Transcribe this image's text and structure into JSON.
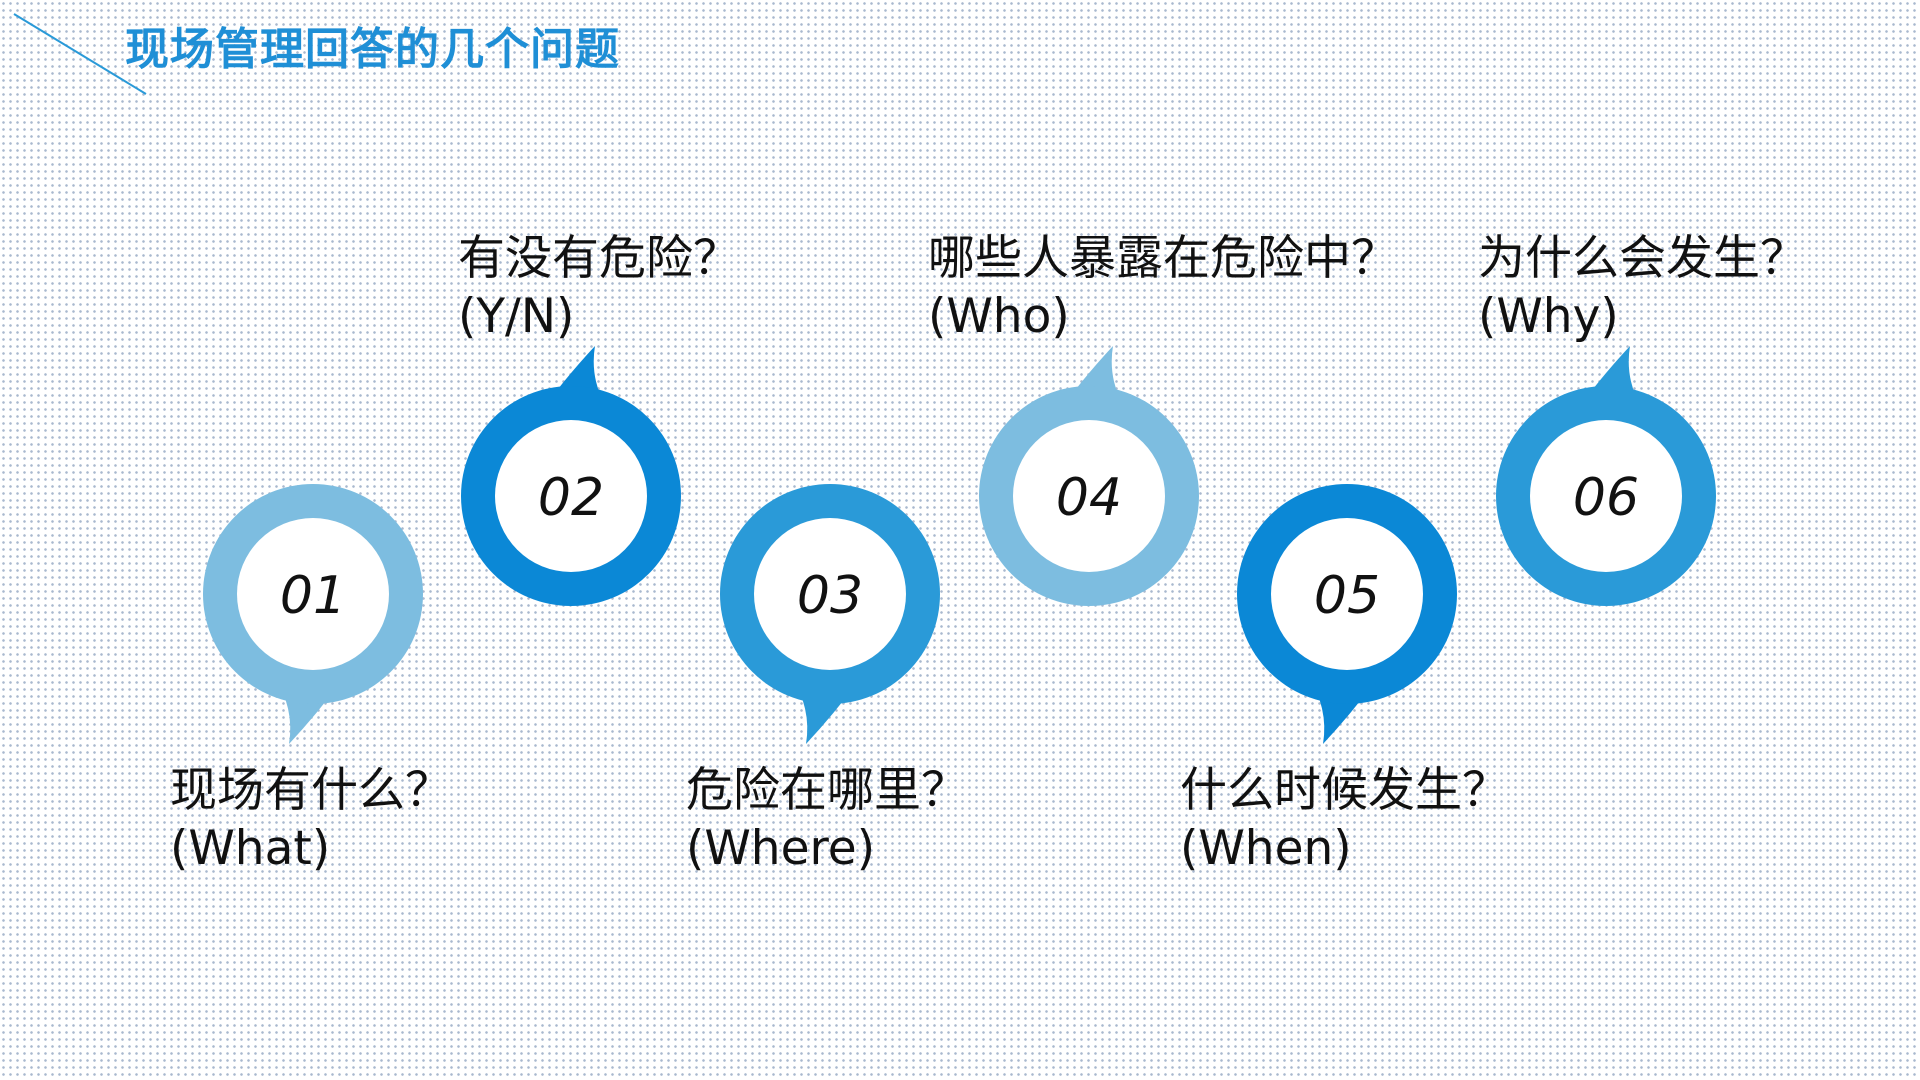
{
  "title": "现场管理回答的几个问题",
  "colors": {
    "title": "#1f8fd6",
    "light_blue": "#7dbde0",
    "medium_blue": "#2a9ad8",
    "dark_blue": "#0b88d6",
    "text": "#111111"
  },
  "items": [
    {
      "number": "01",
      "question": "现场有什么？",
      "english": "(What)",
      "color": "#7dbde0",
      "tail": "down"
    },
    {
      "number": "02",
      "question": "有没有危险？",
      "english": "(Y/N)",
      "color": "#0b88d6",
      "tail": "up"
    },
    {
      "number": "03",
      "question": "危险在哪里？",
      "english": "(Where)",
      "color": "#2a9ad8",
      "tail": "down"
    },
    {
      "number": "04",
      "question": "哪些人暴露在危险中？",
      "english": "(Who)",
      "color": "#7dbde0",
      "tail": "up"
    },
    {
      "number": "05",
      "question": "什么时候发生？",
      "english": "(When)",
      "color": "#0b88d6",
      "tail": "down"
    },
    {
      "number": "06",
      "question": "为什么会发生？",
      "english": "(Why)",
      "color": "#2a9ad8",
      "tail": "up"
    }
  ]
}
